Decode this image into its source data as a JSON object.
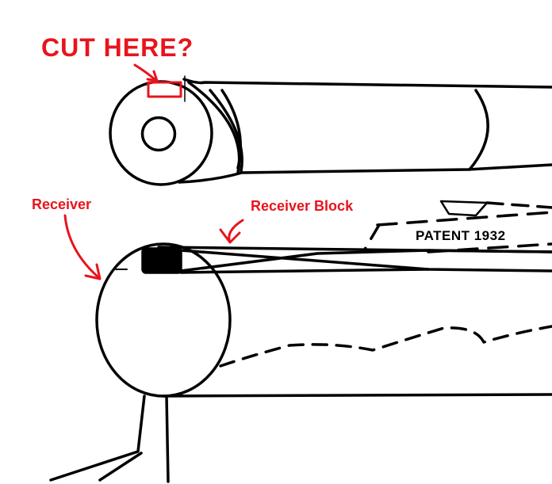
{
  "labels": {
    "cut_here": "CUT HERE?",
    "receiver": "Receiver",
    "receiver_block": "Receiver Block",
    "patent": "PATENT 1932"
  },
  "colors": {
    "annotation": "#e8141c",
    "ink": "#000000",
    "background": "#ffffff"
  }
}
